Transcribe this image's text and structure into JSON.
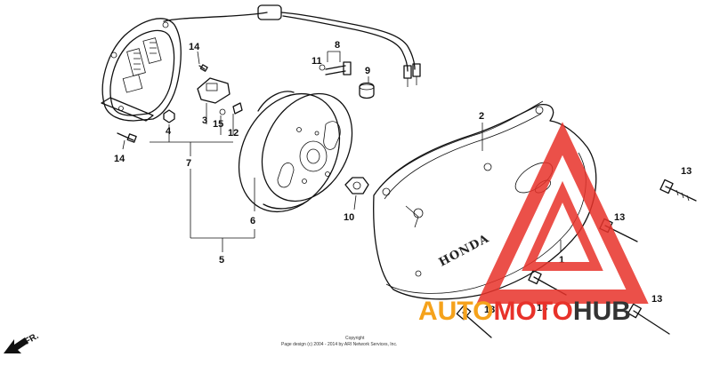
{
  "callouts": {
    "c1": "1",
    "c2": "2",
    "c3": "3",
    "c4": "4",
    "c5": "5",
    "c6": "6",
    "c7": "7",
    "c8": "8",
    "c9": "9",
    "c10": "10",
    "c11": "11",
    "c12": "12",
    "c13a": "13",
    "c13b": "13",
    "c13c": "13",
    "c13d": "13",
    "c14a": "14",
    "c14b": "14",
    "c15": "15"
  },
  "cover_brand": "HONDA",
  "front_label": "FR.",
  "copyright": {
    "line1": "Copyright",
    "line2": "Page design (c) 2004 - 2014 by ARI Network Services, Inc."
  },
  "watermark": {
    "part1": "AUTO",
    "part2": "MOTO",
    "part3": "HUB",
    "color_red": "#e8322a",
    "color_orange": "#f5a21b",
    "color_dark": "#333333"
  }
}
